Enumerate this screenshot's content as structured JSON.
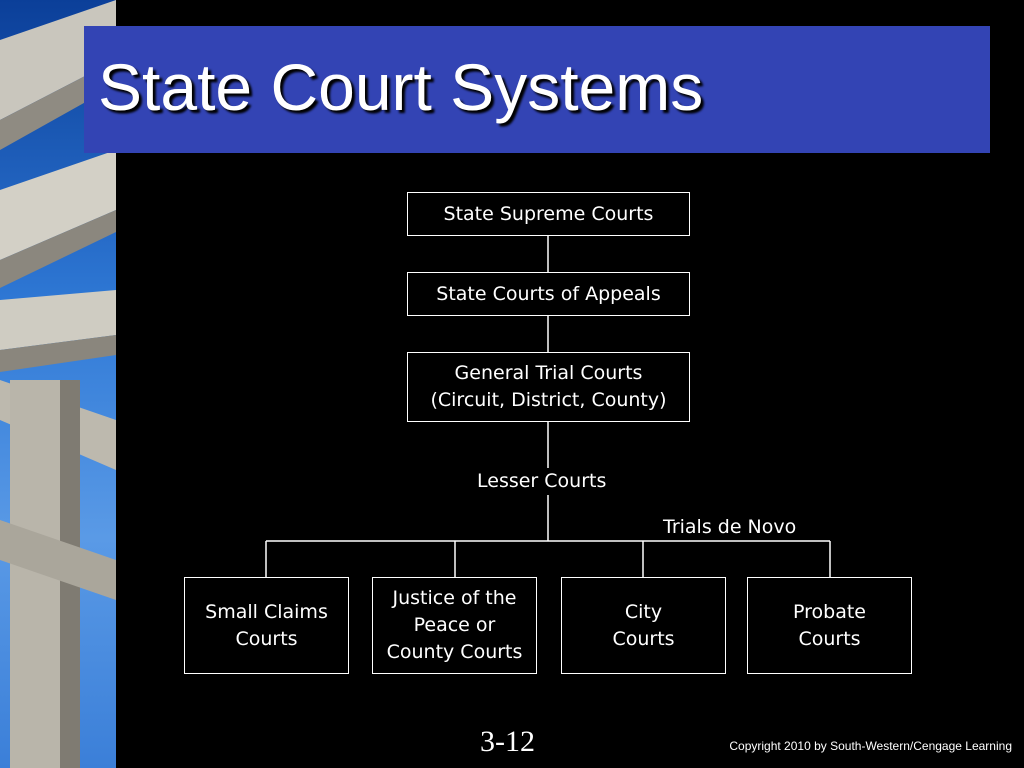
{
  "slide": {
    "title": "State Court Systems",
    "page_number": "3-12",
    "copyright": "Copyright 2010 by South-Western/Cengage Learning"
  },
  "diagram": {
    "nodes": {
      "supreme": {
        "lines": [
          "State Supreme Courts"
        ]
      },
      "appeals": {
        "lines": [
          "State Courts of Appeals"
        ]
      },
      "trial": {
        "lines": [
          "General Trial Courts",
          "(Circuit, District, County)"
        ]
      },
      "small_claims": {
        "lines": [
          "Small Claims",
          "Courts"
        ]
      },
      "justice": {
        "lines": [
          "Justice of the",
          "Peace or",
          "County Courts"
        ]
      },
      "city": {
        "lines": [
          "City",
          "Courts"
        ]
      },
      "probate": {
        "lines": [
          "Probate",
          "Courts"
        ]
      }
    },
    "labels": {
      "lesser": "Lesser Courts",
      "trials_de_novo": "Trials de Novo"
    },
    "edges": [
      [
        "supreme",
        "appeals"
      ],
      [
        "appeals",
        "trial"
      ],
      [
        "trial",
        "lesser"
      ],
      [
        "lesser",
        "small_claims"
      ],
      [
        "lesser",
        "justice"
      ],
      [
        "lesser",
        "city"
      ],
      [
        "lesser",
        "probate"
      ]
    ]
  },
  "colors": {
    "title_bar": "#3344b4",
    "background": "#000000",
    "foreground": "#ffffff"
  }
}
